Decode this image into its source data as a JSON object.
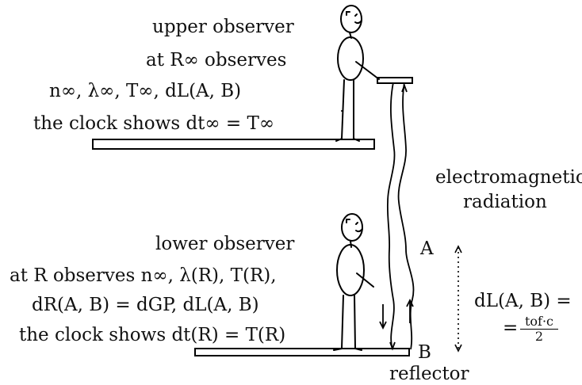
{
  "upper_block": {
    "line1": "upper observer",
    "line2": "at R∞ observes",
    "line3": "n∞, λ∞, T∞, dL(A, B)",
    "line4": "the clock shows dt∞ = T∞"
  },
  "radiation_label": {
    "line1": "electromagnetic",
    "line2": "radiation"
  },
  "lower_block": {
    "line1": "lower observer",
    "line2": "at R observes n∞, λ(R), T(R),",
    "line3": "dR(A, B) = dGP, dL(A, B)",
    "line4": "the clock shows dt(R) = T(R)"
  },
  "points": {
    "a": "A",
    "b": "B"
  },
  "reflector_label": "reflector",
  "distance_formula": {
    "line1": "dL(A, B) =",
    "eq": "=",
    "numerator": "tof·c",
    "denominator": "2"
  }
}
